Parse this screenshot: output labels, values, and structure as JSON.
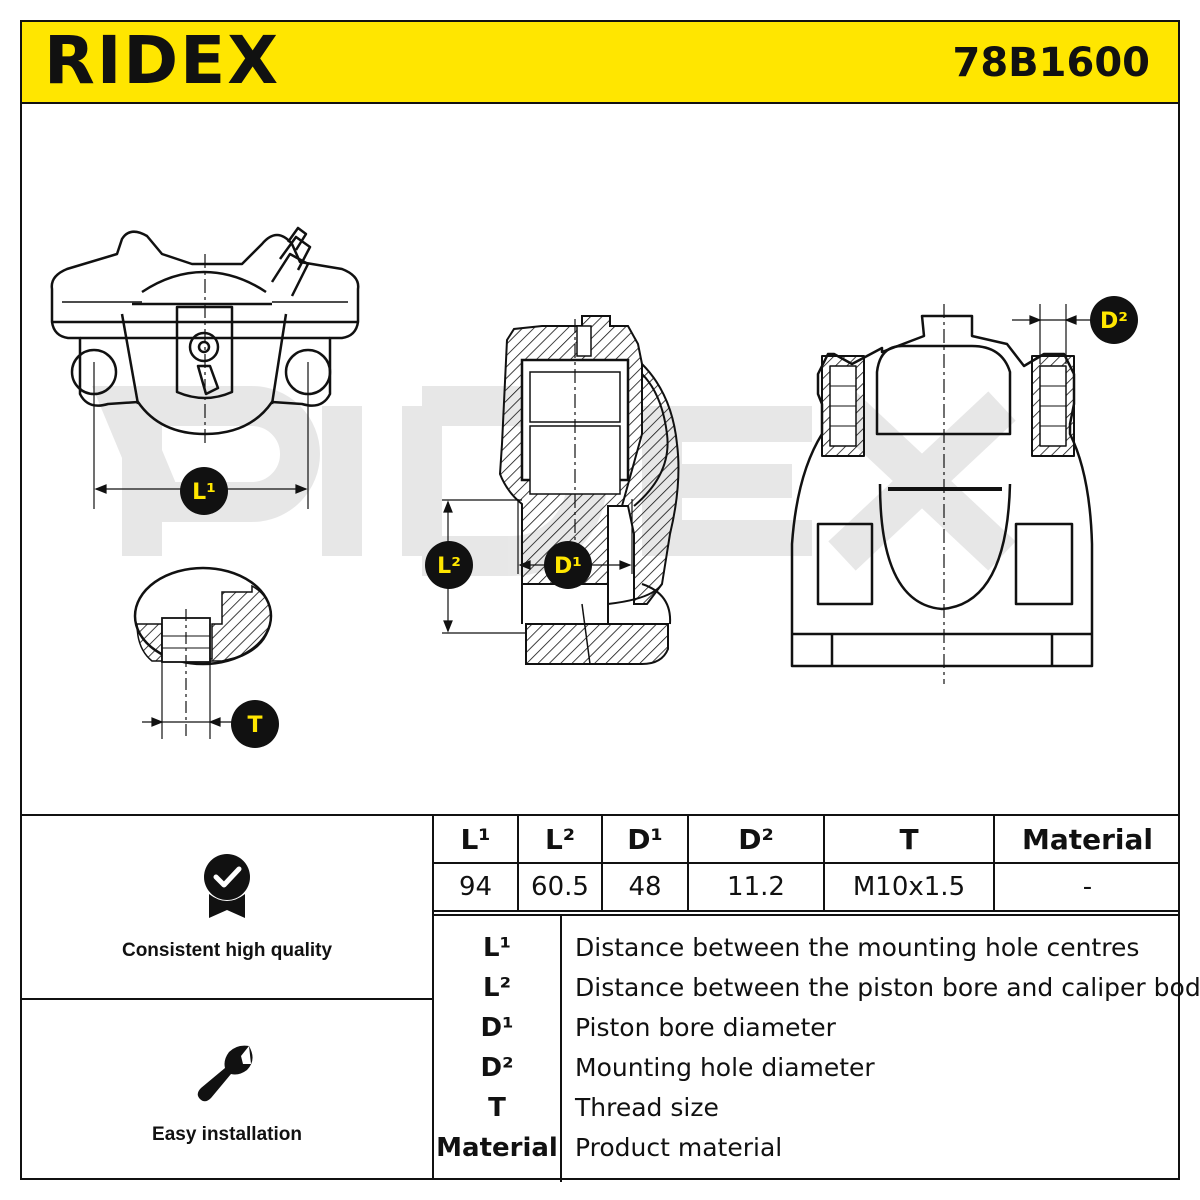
{
  "header": {
    "brand": "RIDEX",
    "part_number": "78B1600"
  },
  "diagram": {
    "badges": {
      "l1": "L¹",
      "l2": "L²",
      "d1": "D¹",
      "d2": "D²",
      "t": "T"
    },
    "watermark": "RIDEX"
  },
  "features": [
    {
      "label": "Consistent high quality",
      "icon": "quality-badge-icon"
    },
    {
      "label": "Easy installation",
      "icon": "wrench-icon"
    }
  ],
  "spec_table": {
    "headers": [
      "L¹",
      "L²",
      "D¹",
      "D²",
      "T",
      "Material"
    ],
    "values": [
      "94",
      "60.5",
      "48",
      "11.2",
      "M10x1.5",
      "-"
    ]
  },
  "legend": [
    {
      "key": "L¹",
      "desc": "Distance between the mounting hole centres"
    },
    {
      "key": "L²",
      "desc": "Distance between the piston bore and caliper body"
    },
    {
      "key": "D¹",
      "desc": "Piston bore diameter"
    },
    {
      "key": "D²",
      "desc": "Mounting hole diameter"
    },
    {
      "key": "T",
      "desc": "Thread size"
    },
    {
      "key": "Material",
      "desc": "Product material"
    }
  ],
  "colors": {
    "brand_yellow": "#ffe600",
    "ink": "#111111"
  }
}
